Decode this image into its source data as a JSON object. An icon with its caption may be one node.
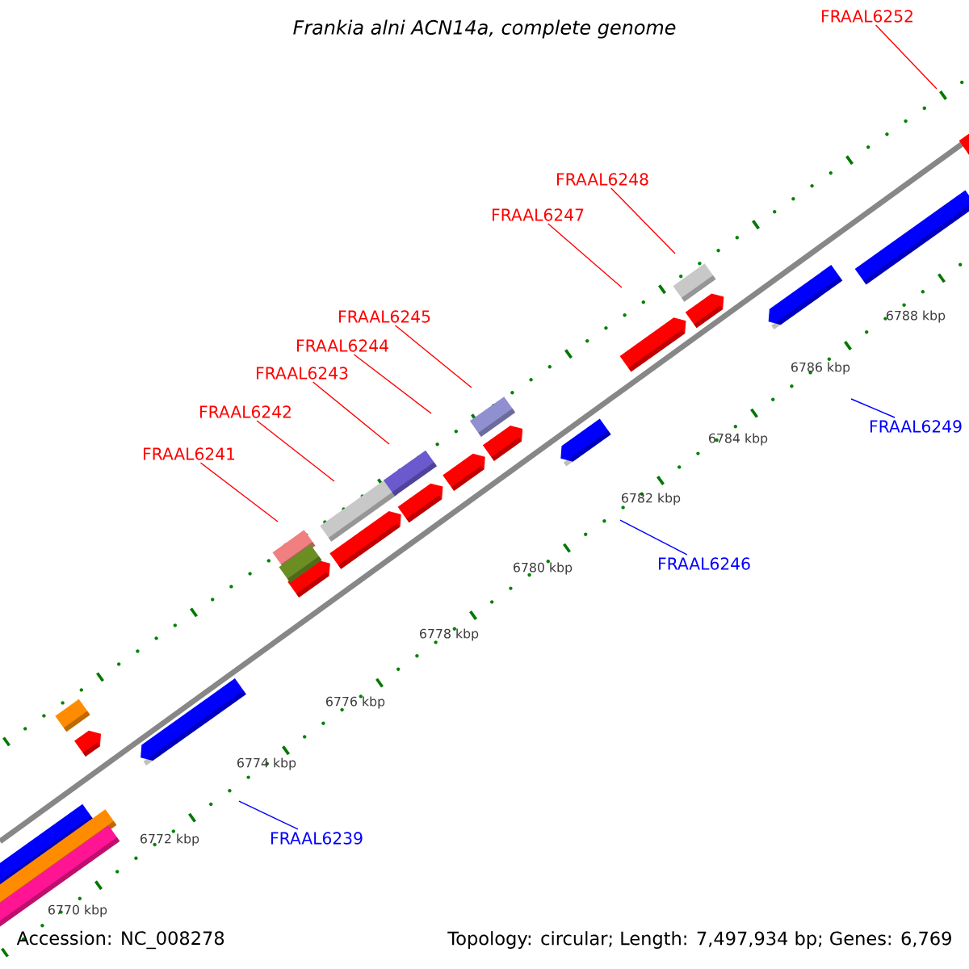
{
  "diagram": {
    "title": "*Frankia alni* ACN14a, complete genome",
    "nodes": [
      {
        "text": [
          "FRAAL6252"
        ]
      },
      {
        "text": [
          "FRAAL6248"
        ]
      },
      {
        "text": [
          "FRAAL6247"
        ]
      },
      {
        "text": [
          "FRAAL6245"
        ]
      },
      {
        "text": [
          "FRAAL6244"
        ]
      },
      {
        "text": [
          "FRAAL6243"
        ]
      },
      {
        "text": [
          "FRAAL6242"
        ]
      },
      {
        "text": [
          "FRAAL6249"
        ]
      },
      {
        "text": [
          "FRAAL6241"
        ]
      },
      {
        "text": [
          "FRAAL6246"
        ]
      },
      {
        "text": [
          "FRAAL6239"
        ]
      }
    ],
    "edges": [
      {
        "from": 0,
        "to": null,
        "arrow": "none"
      },
      {
        "from": 1,
        "to": null,
        "arrow": "none"
      },
      {
        "from": 2,
        "to": null,
        "arrow": "none"
      },
      {
        "from": 3,
        "to": null,
        "arrow": "none"
      },
      {
        "from": 4,
        "to": null,
        "arrow": "none"
      },
      {
        "from": 5,
        "to": null,
        "arrow": "none"
      },
      {
        "from": 6,
        "to": null,
        "arrow": "none"
      },
      {
        "from": 7,
        "to": null,
        "arrow": "none",
        "color": "#0000ff"
      },
      {
        "from": 8,
        "to": null,
        "arrow": "none"
      },
      {
        "from": 9,
        "to": null,
        "arrow": "none",
        "color": "#0000ff"
      },
      {
        "from": 10,
        "to": null,
        "arrow": "none",
        "color": "#0000ff"
      }
    ],
    "labels": [
      "6788 kbp",
      "6786 kbp",
      "6784 kbp",
      "6782 kbp",
      "6780 kbp",
      "6778 kbp",
      "6776 kbp",
      "6774 kbp",
      "6772 kbp",
      "6770 kbp",
      "Accession: NC_008278",
      "Topology: circular; Length: 7,497,934 bp; Genes: 6,769"
    ]
  }
}
